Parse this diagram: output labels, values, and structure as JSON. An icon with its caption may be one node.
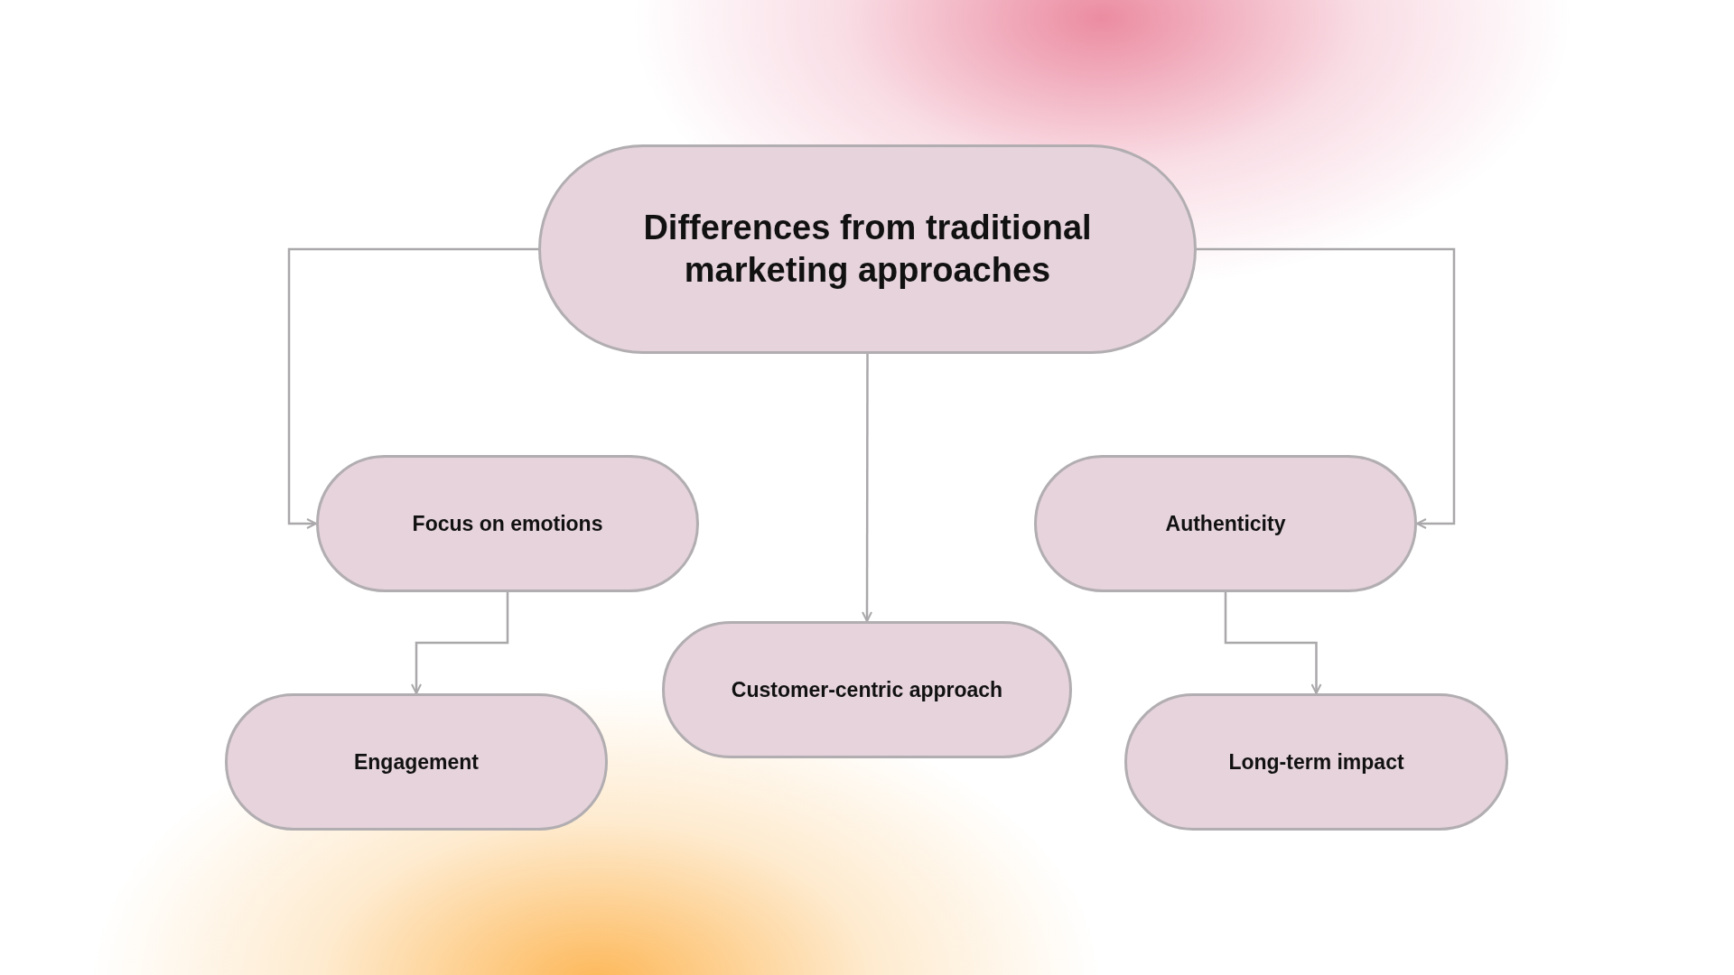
{
  "diagram": {
    "nodes": [
      {
        "text": [
          "Differences from traditional marketing approaches"
        ]
      },
      {
        "text": [
          "Focus on emotions"
        ]
      },
      {
        "text": [
          "Authenticity"
        ]
      },
      {
        "text": [
          "Customer-centric approach"
        ]
      },
      {
        "text": [
          "Engagement"
        ]
      },
      {
        "text": [
          "Long-term impact"
        ]
      }
    ],
    "edges": [
      {
        "from": 0,
        "to": 1,
        "arrow": "to"
      },
      {
        "from": 0,
        "to": 2,
        "arrow": "to"
      },
      {
        "from": 0,
        "to": 3,
        "arrow": "to"
      },
      {
        "from": 1,
        "to": 4,
        "arrow": "to"
      },
      {
        "from": 2,
        "to": 5,
        "arrow": "to"
      }
    ]
  }
}
